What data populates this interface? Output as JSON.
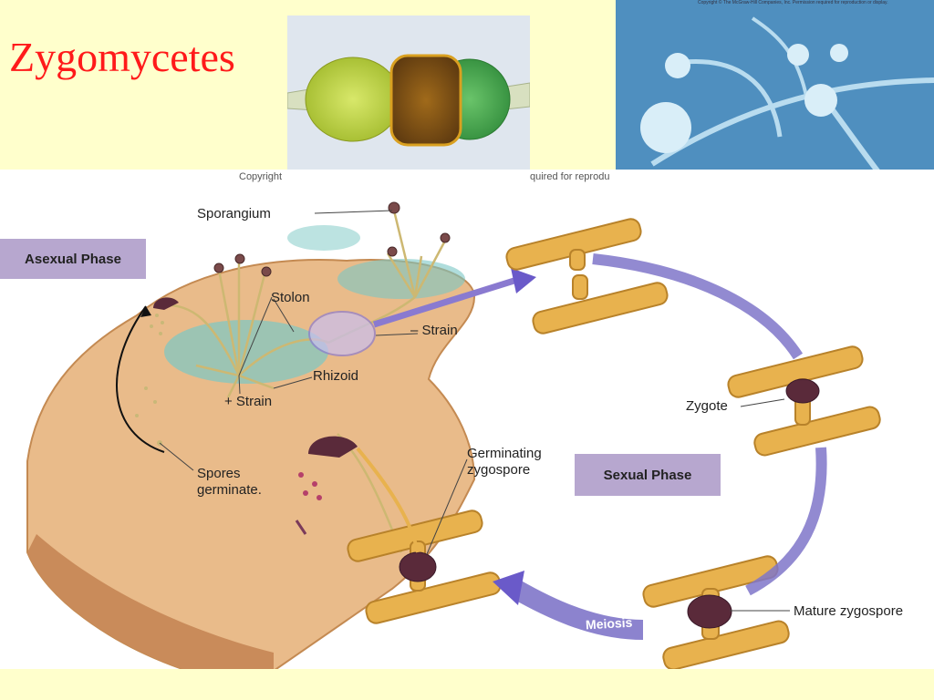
{
  "slide": {
    "title": "Zygomycetes"
  },
  "photos": {
    "zygospore_photo": {
      "icon": "zygospore-micrograph"
    },
    "sporangia_photo": {
      "icon": "sporangia-micrograph",
      "credit": "Copyright © The McGraw-Hill Companies, Inc. Permission required for reproduction or display."
    }
  },
  "diagram": {
    "credit_left": "Copyright",
    "credit_right": "quired for reprodu",
    "asexual_phase": "Asexual Phase",
    "sexual_phase": "Sexual Phase",
    "labels": {
      "sporangium": "Sporangium",
      "stolon": "Stolon",
      "rhizoid": "Rhizoid",
      "plus_strain": "+ Strain",
      "minus_strain": "– Strain",
      "spores_line1": "Spores",
      "spores_line2": "germinate.",
      "germinating_line1": "Germinating",
      "germinating_line2": "zygospore",
      "zygote": "Zygote",
      "mature_zygospore": "Mature zygospore",
      "meiosis": "Meiosis"
    },
    "colors": {
      "bread": "#e9bb8a",
      "mold": "#7ac7c4",
      "hypha": "#e8b24e",
      "zygospore": "#5a2a3a",
      "cycle_arrow": "#7f75c9"
    }
  }
}
